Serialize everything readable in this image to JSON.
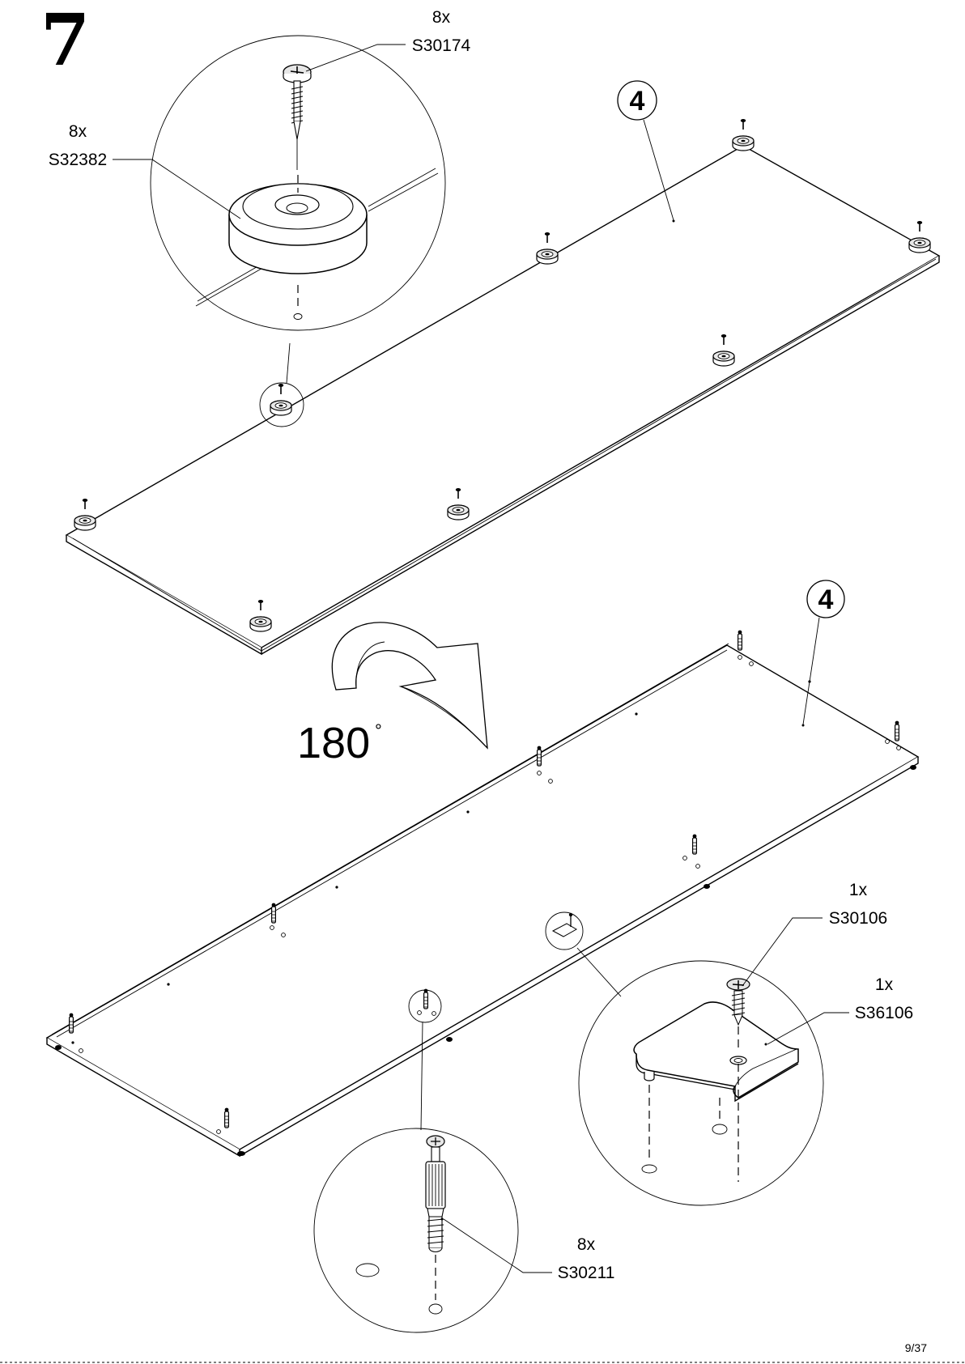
{
  "step": {
    "number": "7"
  },
  "panel_label": "4",
  "rotation_label": "180",
  "rotation_unit": "°",
  "callouts": {
    "screw_top": {
      "qty": "8x",
      "code": "S30174"
    },
    "foot_pad": {
      "qty": "8x",
      "code": "S32382"
    },
    "screw_small": {
      "qty": "1x",
      "code": "S30106"
    },
    "bracket": {
      "qty": "1x",
      "code": "S36106"
    },
    "dowel": {
      "qty": "8x",
      "code": "S30211"
    }
  },
  "page_number": "9/37"
}
